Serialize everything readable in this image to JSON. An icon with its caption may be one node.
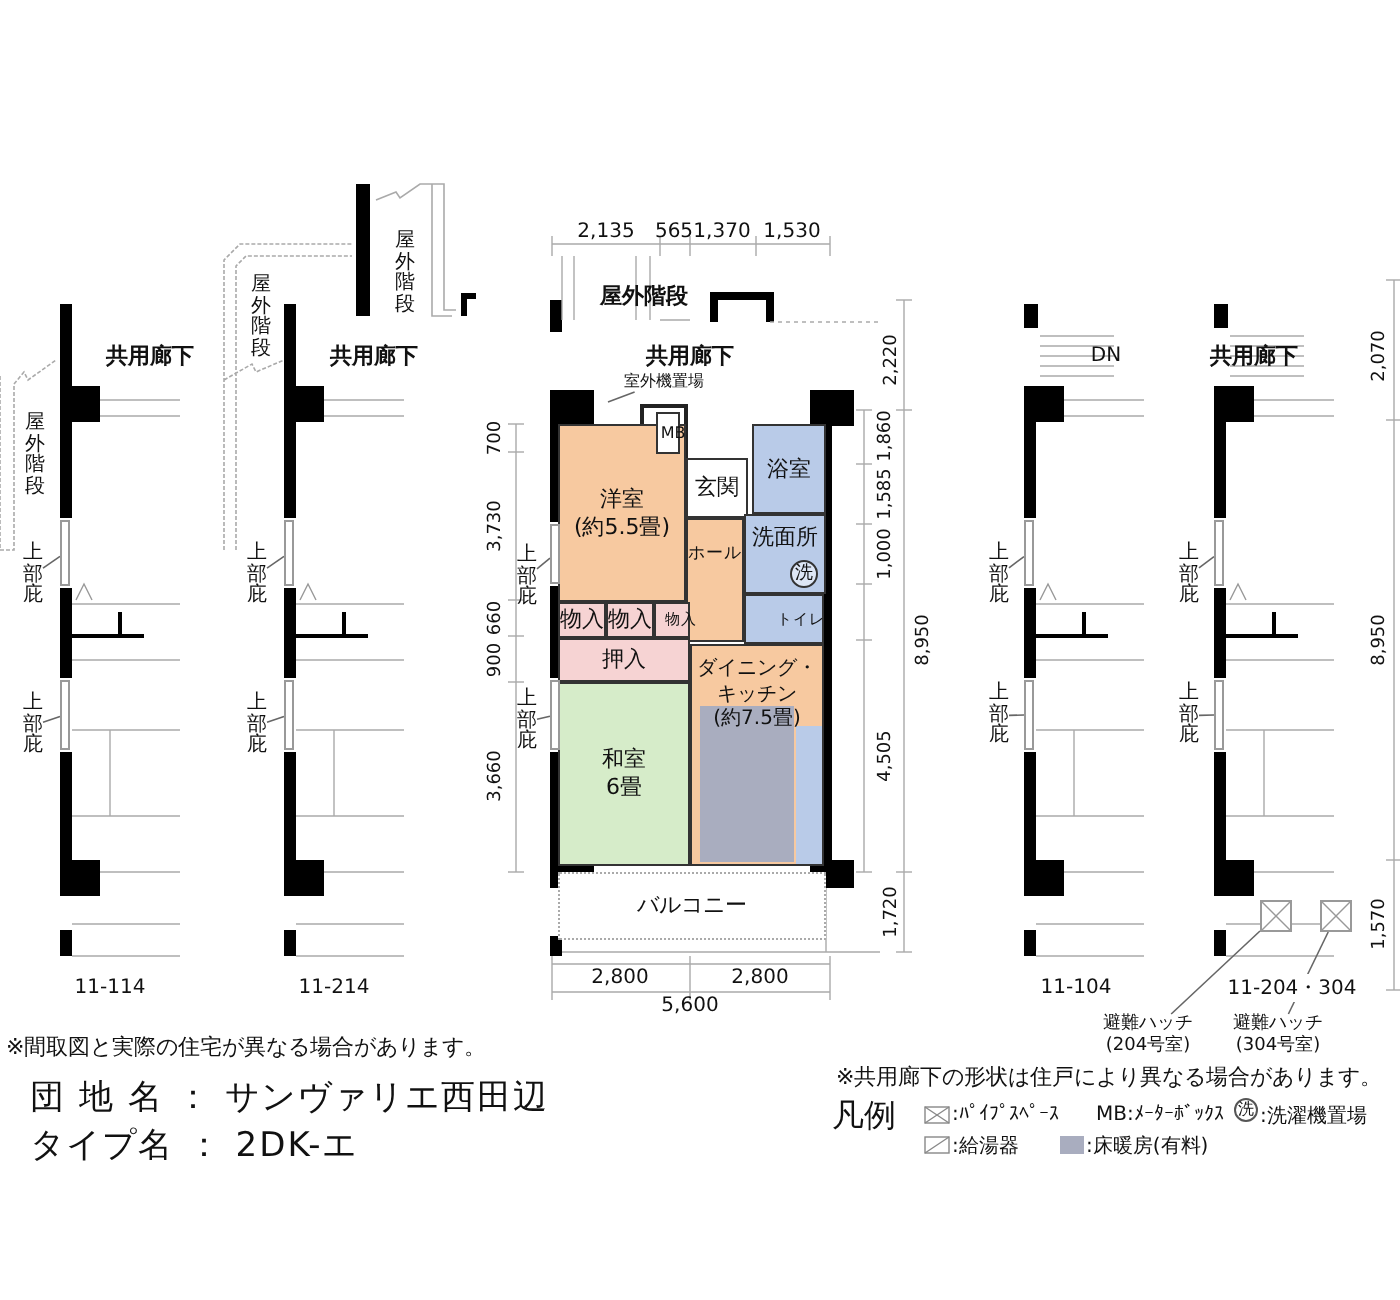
{
  "diagram": {
    "nodes": [
      {
        "text": [
          "上部庇"
        ]
      },
      {
        "text": [
          "上部庇"
        ]
      },
      {
        "text": [
          "上部庇"
        ]
      },
      {
        "text": [
          "上部庇"
        ]
      },
      {
        "text": [
          "室外機置場"
        ]
      },
      {
        "text": [
          "洋室",
          "(約5.5畳)"
        ]
      },
      {
        "text": [
          "MB"
        ]
      },
      {
        "text": [
          "玄関"
        ]
      },
      {
        "text": [
          "浴室"
        ]
      },
      {
        "text": [
          "洗面所"
        ]
      },
      {
        "text": [
          "洗"
        ],
        "in": 9
      },
      {
        "text": [
          "ホール"
        ]
      },
      {
        "text": [
          "物入"
        ]
      },
      {
        "text": [
          "物入"
        ]
      },
      {
        "text": [
          "物入"
        ]
      },
      {
        "text": [
          "トイレ"
        ]
      },
      {
        "text": [
          "押入"
        ]
      },
      {
        "text": [
          "ダイニング・キッチン",
          "(約7.5畳)"
        ]
      },
      {
        "text": [
          "和室",
          "6畳"
        ]
      },
      {
        "text": [
          "バルコニー"
        ]
      },
      {
        "text": [
          "上部庇"
        ]
      },
      {
        "text": [
          "上部庇"
        ]
      },
      {
        "text": [
          "上部庇"
        ]
      },
      {
        "text": [
          "上部庇"
        ]
      },
      {
        "text": [
          "上部庇"
        ]
      },
      {
        "text": [
          "上部庇"
        ]
      },
      {
        "text": [],
        "shape": "box"
      },
      {
        "text": [],
        "shape": "box"
      },
      {
        "text": [
          "避難ハッチ (204号室)"
        ]
      },
      {
        "text": [
          "避難ハッチ (304号室)"
        ]
      },
      {
        "text": [],
        "shape": "bar"
      },
      {
        "text": [],
        "shape": "bar"
      },
      {
        "text": [],
        "shape": "bar"
      },
      {
        "text": [],
        "shape": "bar"
      },
      {
        "text": [],
        "shape": "bar"
      },
      {
        "text": [],
        "shape": "bar"
      },
      {
        "text": [],
        "shape": "bar"
      },
      {
        "text": [],
        "shape": "bar"
      },
      {
        "text": [],
        "shape": "bar"
      },
      {
        "text": [],
        "shape": "bar"
      }
    ],
    "edges": [
      {
        "from": 0,
        "to": 30,
        "arrow": "none"
      },
      {
        "from": 1,
        "to": 31,
        "arrow": "none"
      },
      {
        "from": 2,
        "to": 32,
        "arrow": "none"
      },
      {
        "from": 3,
        "to": 33,
        "arrow": "none"
      },
      {
        "from": 4,
        "to": null,
        "arrow": "none"
      },
      {
        "from": 20,
        "to": 34,
        "arrow": "none"
      },
      {
        "from": 21,
        "to": 35,
        "arrow": "none"
      },
      {
        "from": 22,
        "to": 36,
        "arrow": "none"
      },
      {
        "from": 23,
        "to": 37,
        "arrow": "none"
      },
      {
        "from": 24,
        "to": 38,
        "arrow": "none"
      },
      {
        "from": 25,
        "to": 39,
        "arrow": "none"
      },
      {
        "from": 28,
        "to": 26,
        "arrow": "none"
      },
      {
        "from": 29,
        "to": 27,
        "arrow": "none"
      }
    ],
    "labels": [
      "屋外階段",
      "屋外階段",
      "2,135",
      "565",
      "1,370",
      "1,530",
      "屋外階段",
      "共用廊下",
      "共用廊下",
      "共用廊下",
      "2,220",
      "DN",
      "共用廊下",
      "2,070",
      "屋外階段",
      "700",
      "1,860",
      "3,730",
      "1,585",
      "1,000",
      "660",
      "900",
      "8,950",
      "8,950",
      "3,660",
      "4,505",
      "1,720",
      "1,570",
      "11-114",
      "11-214",
      "2,800",
      "2,800",
      "11-104",
      "11-204・304",
      "5,600",
      "※間取図と実際の住宅が異なる場合があります。",
      "団 地 名 ： サンヴァリエ西田辺",
      "※共用廊下の形状は住戸により異なる場合があります。",
      "凡例",
      "洗",
      "タイプ名 ： 2DK-エ"
    ],
    "legend": [
      {
        "text": ":ﾊﾟｲﾌﾟｽﾍﾟｰｽ"
      },
      {
        "text": "MB:ﾒｰﾀｰﾎﾞｯｸｽ"
      },
      {
        "text": ":洗濯機置場"
      },
      {
        "text": ":給湯器"
      },
      {
        "text": ":床暖房(有料)",
        "color": "#a9adbf"
      }
    ]
  }
}
